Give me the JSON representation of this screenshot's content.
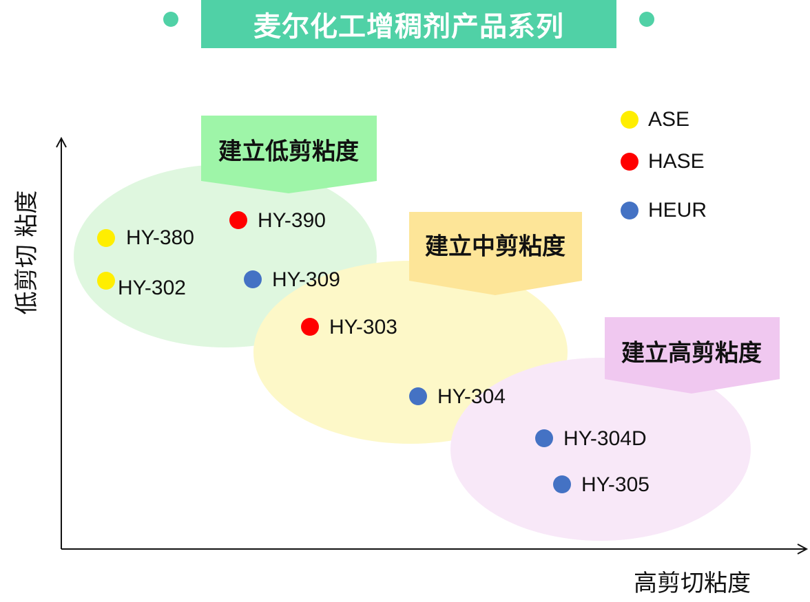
{
  "title": "麦尔化工增稠剂产品系列",
  "colors": {
    "title_bg": "#50d1a6",
    "ASE": "#ffee00",
    "HASE": "#ff0000",
    "HEUR": "#4472c4"
  },
  "axes": {
    "y_label": "低剪切 粘度",
    "x_label": "高剪切粘度"
  },
  "legend": [
    {
      "name": "ASE",
      "color": "#ffee00"
    },
    {
      "name": "HASE",
      "color": "#ff0000"
    },
    {
      "name": "HEUR",
      "color": "#4472c4"
    }
  ],
  "zones": [
    {
      "label": "建立低剪粘度",
      "fill": "#dff7df",
      "callout": "#9ef5a8"
    },
    {
      "label": "建立中剪粘度",
      "fill": "#fdf8c8",
      "callout": "#fde598"
    },
    {
      "label": "建立高剪粘度",
      "fill": "#f8e8f8",
      "callout": "#f0c8f0"
    }
  ],
  "products": [
    {
      "name": "HY-380",
      "type": "ASE"
    },
    {
      "name": "HY-302",
      "type": "ASE"
    },
    {
      "name": "HY-390",
      "type": "HASE"
    },
    {
      "name": "HY-309",
      "type": "HEUR"
    },
    {
      "name": "HY-303",
      "type": "HASE"
    },
    {
      "name": "HY-304",
      "type": "HEUR"
    },
    {
      "name": "HY-304D",
      "type": "HEUR"
    },
    {
      "name": "HY-305",
      "type": "HEUR"
    }
  ]
}
